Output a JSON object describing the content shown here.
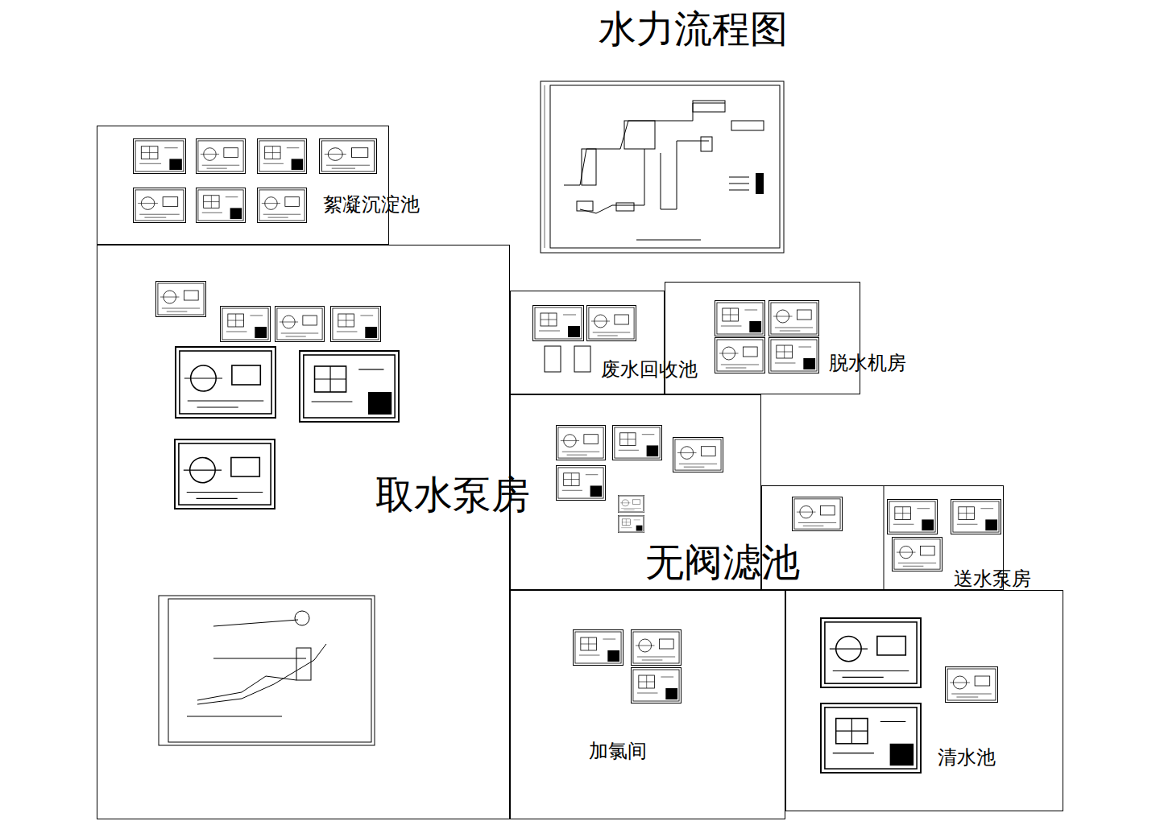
{
  "diagram": {
    "title": "水力流程图",
    "nodes": [
      {
        "text": [
          "絮凝沉淀池"
        ]
      },
      {
        "text": [
          "取水泵房"
        ]
      },
      {
        "text": [
          "废水回收池"
        ]
      },
      {
        "text": [
          "脱水机房"
        ]
      },
      {
        "text": [
          "无阀滤池"
        ]
      },
      {
        "text": [
          "送水泵房"
        ]
      },
      {
        "text": [
          "加氯间"
        ]
      },
      {
        "text": [
          "清水池"
        ]
      }
    ]
  }
}
